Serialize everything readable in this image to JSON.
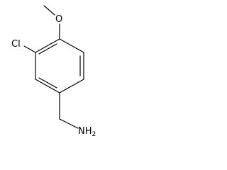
{
  "molecule": {
    "atoms": {
      "oxygen": "O",
      "chlorine": "Cl",
      "amine": "NH",
      "amine_subscript": "2"
    }
  },
  "colors": {
    "bond": "#000000",
    "label": "#000000",
    "background": "#ffffff"
  }
}
